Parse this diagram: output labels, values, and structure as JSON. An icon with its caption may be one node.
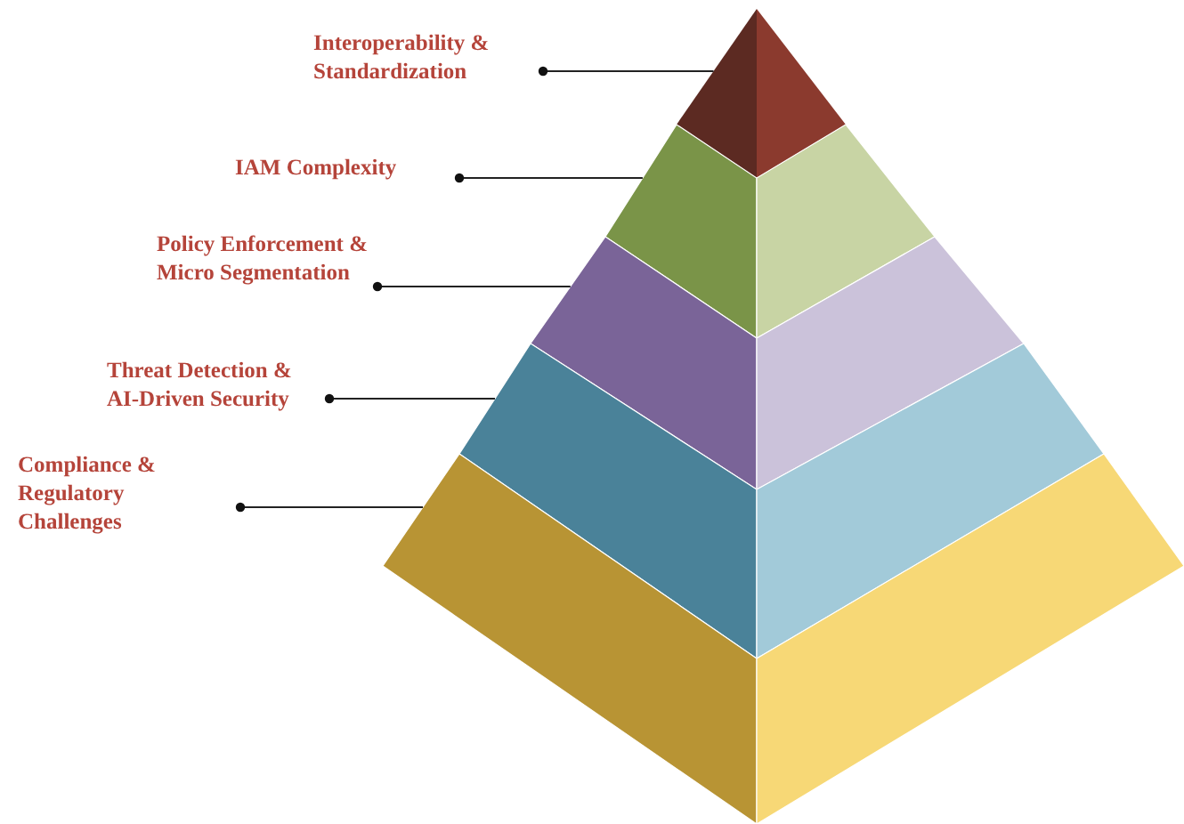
{
  "diagram": {
    "nodes": [
      {
        "text": [
          "Interoperability & Standardization"
        ]
      },
      {
        "text": [
          "IAM Complexity"
        ]
      },
      {
        "text": [
          "Policy Enforcement & Micro Segmentation"
        ]
      },
      {
        "text": [
          "Threat Detection & AI-Driven Security"
        ]
      },
      {
        "text": [
          "Compliance & Regulatory Challenges"
        ]
      },
      {
        "text": [],
        "shape": "triangle"
      },
      {
        "text": [],
        "shape": "band"
      },
      {
        "text": [],
        "shape": "band"
      },
      {
        "text": [],
        "shape": "band"
      },
      {
        "text": [],
        "shape": "band"
      }
    ],
    "edges": [
      {
        "from": 0,
        "to": 5,
        "arrow": "other"
      },
      {
        "from": 1,
        "to": 6,
        "arrow": "other"
      },
      {
        "from": 2,
        "to": 7,
        "arrow": "other"
      },
      {
        "from": 3,
        "to": 8,
        "arrow": "other"
      },
      {
        "from": 4,
        "to": 9,
        "arrow": "other"
      }
    ]
  }
}
